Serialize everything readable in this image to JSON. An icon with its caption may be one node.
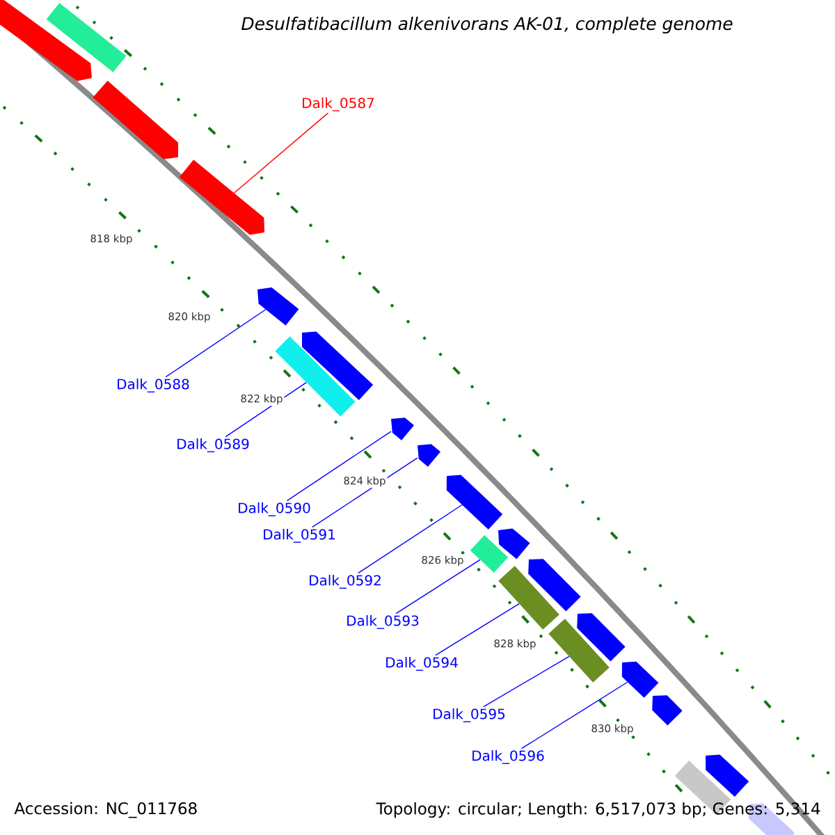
{
  "diagram": {
    "title": "Desulfatibacillum alkenivorans AK-01, complete genome",
    "nodes": [
      {
        "text": [
          "Dalk_0587"
        ]
      },
      {
        "text": [
          "Dalk_0588"
        ]
      },
      {
        "text": [
          "Dalk_0589"
        ]
      },
      {
        "text": [
          "Dalk_0590"
        ]
      },
      {
        "text": [
          "Dalk_0591"
        ]
      },
      {
        "text": [
          "Dalk_0592"
        ]
      },
      {
        "text": [
          "Dalk_0593"
        ]
      },
      {
        "text": [
          "Dalk_0594"
        ]
      },
      {
        "text": [
          "Dalk_0595"
        ]
      },
      {
        "text": [
          "Dalk_0596"
        ]
      },
      {
        "text": [],
        "shape": "bar"
      },
      {
        "text": [],
        "shape": "pentagon"
      },
      {
        "text": [],
        "shape": "pentagon"
      },
      {
        "text": [],
        "shape": "pentagon"
      },
      {
        "text": [],
        "shape": "pentagon"
      },
      {
        "text": [],
        "shape": "pentagon"
      },
      {
        "text": [],
        "shape": "bar"
      },
      {
        "text": [],
        "shape": "pentagon"
      },
      {
        "text": [],
        "shape": "pentagon"
      },
      {
        "text": [],
        "shape": "pentagon"
      },
      {
        "text": [],
        "shape": "pentagon"
      },
      {
        "text": [],
        "shape": "bar"
      },
      {
        "text": [],
        "shape": "pentagon"
      },
      {
        "text": [],
        "shape": "bar"
      },
      {
        "text": [],
        "shape": "pentagon"
      },
      {
        "text": [],
        "shape": "bar"
      },
      {
        "text": [],
        "shape": "pentagon"
      },
      {
        "text": [],
        "shape": "pentagon"
      },
      {
        "text": [],
        "shape": "pentagon"
      },
      {
        "text": [],
        "shape": "bar"
      },
      {
        "text": [],
        "shape": "pentagon"
      }
    ],
    "edges": [
      {
        "from": 0,
        "to": 13,
        "arrow": "none",
        "color": "#ff0000"
      },
      {
        "from": 1,
        "to": 14,
        "arrow": "none"
      },
      {
        "from": 2,
        "to": 16,
        "arrow": "none"
      },
      {
        "from": 3,
        "to": 17,
        "arrow": "none"
      },
      {
        "from": 4,
        "to": 18,
        "arrow": "none"
      },
      {
        "from": 5,
        "to": 19,
        "arrow": "none"
      },
      {
        "from": 6,
        "to": 21,
        "arrow": "none"
      },
      {
        "from": 7,
        "to": 23,
        "arrow": "none"
      },
      {
        "from": 8,
        "to": 25,
        "arrow": "none"
      },
      {
        "from": 9,
        "to": 26,
        "arrow": "none"
      }
    ],
    "labels": [
      "818 kbp",
      "820 kbp",
      "822 kbp",
      "824 kbp",
      "826 kbp",
      "828 kbp",
      "830 kbp",
      "Accession: NC_011768",
      "Topology: circular; Length: 6,517,073 bp; Genes: 5,314"
    ]
  }
}
